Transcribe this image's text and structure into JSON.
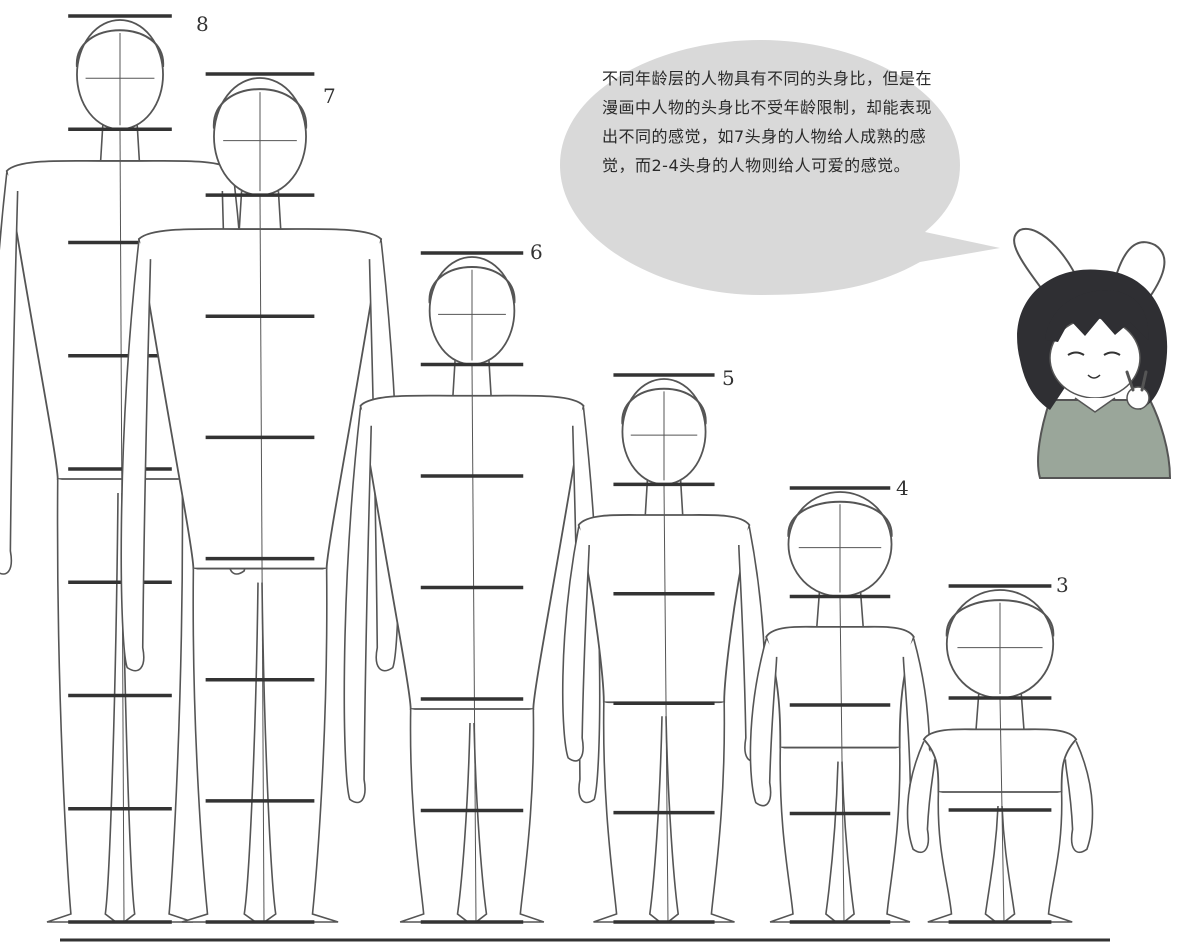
{
  "figures": [
    {
      "label": "8",
      "heads": 8
    },
    {
      "label": "7",
      "heads": 7
    },
    {
      "label": "6",
      "heads": 6
    },
    {
      "label": "5",
      "heads": 5
    },
    {
      "label": "4",
      "heads": 4
    },
    {
      "label": "3",
      "heads": 3
    }
  ],
  "bubble": {
    "text": "不同年龄层的人物具有不同的头身比，但是在漫画中人物的头身比不受年龄限制，却能表现出不同的感觉，如7头身的人物给人成熟的感觉，而2-4头身的人物则给人可爱的感觉。"
  },
  "colors": {
    "line_art": "#555555",
    "guide": "#333333",
    "bubble_fill": "#d9d9d9",
    "hair": "#2f2f33",
    "dress": "#9aa69a"
  }
}
